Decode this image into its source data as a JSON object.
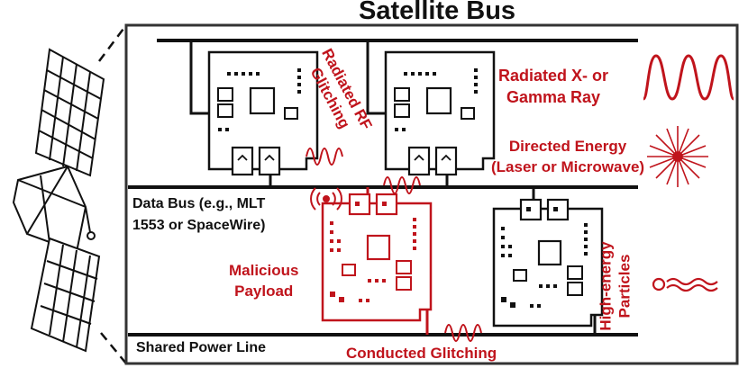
{
  "title": "Satellite Bus",
  "labels": {
    "radiated_rf": [
      "Radiated RF",
      "Glitching"
    ],
    "radiated_xray": [
      "Radiated X- or",
      "Gamma Ray"
    ],
    "directed_energy": [
      "Directed Energy",
      "(Laser or Microwave)"
    ],
    "data_bus": [
      "Data Bus (e.g., MLT",
      "1553 or SpaceWire)"
    ],
    "malicious_payload": [
      "Malicious",
      "Payload"
    ],
    "high_energy": [
      "High-energy",
      "Particles"
    ],
    "shared_power": "Shared Power Line",
    "conducted_glitching": "Conducted Glitching"
  },
  "colors": {
    "threat": "#c0141c",
    "line": "#111111"
  }
}
